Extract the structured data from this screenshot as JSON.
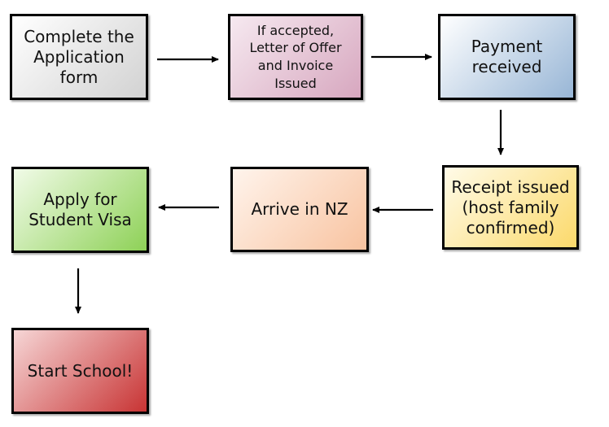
{
  "steps": [
    {
      "id": "complete-application",
      "lines": [
        "Complete the",
        "Application",
        "form"
      ],
      "gradient": [
        "#ffffff",
        "#d2d2d2"
      ]
    },
    {
      "id": "letter-of-offer",
      "lines": [
        "If accepted,",
        "Letter of Offer",
        "and Invoice",
        "Issued"
      ],
      "gradient": [
        "#f6e9f0",
        "#d7a7bf"
      ]
    },
    {
      "id": "payment-received",
      "lines": [
        "Payment",
        "received"
      ],
      "gradient": [
        "#ffffff",
        "#98b6d6"
      ]
    },
    {
      "id": "receipt-issued",
      "lines": [
        "Receipt issued",
        "(host family",
        "confirmed)"
      ],
      "gradient": [
        "#fffbe8",
        "#fbd96b"
      ]
    },
    {
      "id": "arrive-in-nz",
      "lines": [
        "Arrive in NZ"
      ],
      "gradient": [
        "#fff4ec",
        "#f8c3a0"
      ]
    },
    {
      "id": "apply-student-visa",
      "lines": [
        "Apply for",
        "Student Visa"
      ],
      "gradient": [
        "#f1fbe8",
        "#8ed157"
      ]
    },
    {
      "id": "start-school",
      "lines": [
        "Start School!"
      ],
      "gradient": [
        "#f6d6d6",
        "#c83434"
      ]
    }
  ]
}
